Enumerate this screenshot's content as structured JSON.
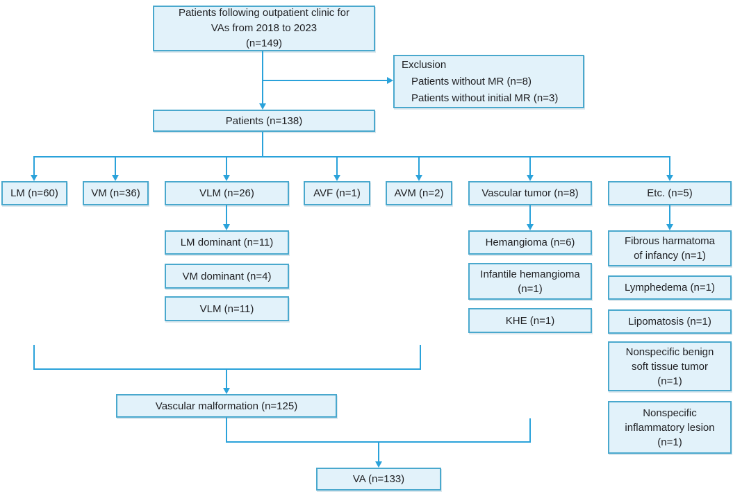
{
  "colors": {
    "box_fill": "#e2f2fa",
    "box_border": "#49a8cd",
    "connector": "#2aa2da",
    "text": "#202124"
  },
  "boxes": {
    "source": {
      "lines": [
        "Patients following outpatient clinic for",
        "VAs from 2018 to 2023",
        "(n=149)"
      ]
    },
    "exclusion": {
      "title": "Exclusion",
      "items": [
        "Patients without MR (n=8)",
        "Patients without initial MR (n=3)"
      ]
    },
    "patients": {
      "label": "Patients (n=138)"
    },
    "lm": {
      "label": "LM (n=60)"
    },
    "vm": {
      "label": "VM (n=36)"
    },
    "vlm": {
      "label": "VLM (n=26)"
    },
    "avf": {
      "label": "AVF (n=1)"
    },
    "avm": {
      "label": "AVM (n=2)"
    },
    "vascular_tumor": {
      "label": "Vascular tumor (n=8)"
    },
    "etc": {
      "label": "Etc. (n=5)"
    },
    "lm_dominant": {
      "label": "LM dominant (n=11)"
    },
    "vm_dominant": {
      "label": "VM dominant (n=4)"
    },
    "vlm_sub": {
      "label": "VLM (n=11)"
    },
    "hemangioma": {
      "label": "Hemangioma (n=6)"
    },
    "infantile_hemangioma": {
      "lines": [
        "Infantile hemangioma",
        "(n=1)"
      ]
    },
    "khe": {
      "label": "KHE (n=1)"
    },
    "fibrous_harmatoma": {
      "lines": [
        "Fibrous harmatoma",
        "of infancy (n=1)"
      ]
    },
    "lymphedema": {
      "label": "Lymphedema (n=1)"
    },
    "lipomatosis": {
      "label": "Lipomatosis (n=1)"
    },
    "nonspecific_benign": {
      "lines": [
        "Nonspecific benign",
        "soft tissue tumor",
        "(n=1)"
      ]
    },
    "nonspecific_inflammatory": {
      "lines": [
        "Nonspecific",
        "inflammatory lesion",
        "(n=1)"
      ]
    },
    "vascular_malformation": {
      "label": "Vascular malformation (n=125)"
    },
    "va": {
      "label": "VA (n=133)"
    }
  }
}
